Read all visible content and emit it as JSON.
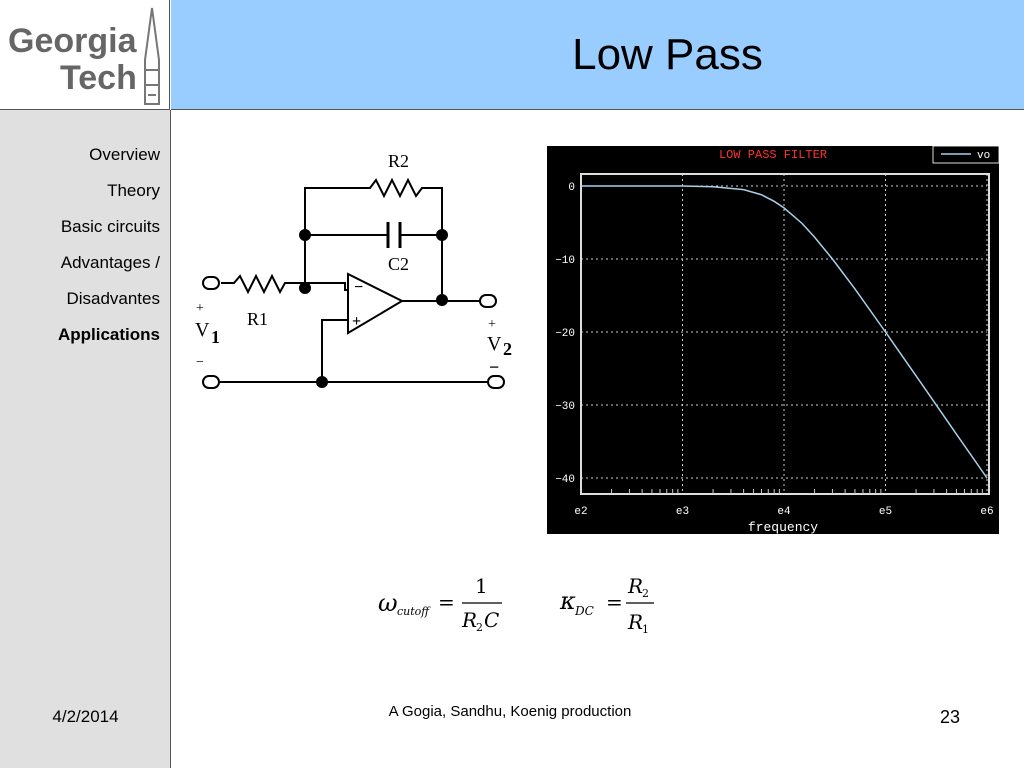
{
  "logo": {
    "line1": "Georgia",
    "line2": "Tech"
  },
  "header": {
    "title": "Low Pass"
  },
  "sidebar": {
    "items": [
      {
        "label": "Overview",
        "active": false
      },
      {
        "label": "Theory",
        "active": false
      },
      {
        "label": "Basic circuits",
        "active": false
      },
      {
        "label": "Advantages /",
        "active": false
      },
      {
        "label": "Disadvantes",
        "active": false
      },
      {
        "label": "Applications",
        "active": true
      }
    ]
  },
  "circuit": {
    "r2": "R2",
    "c2": "C2",
    "r1": "R1",
    "v1_letter": "V",
    "v1_sub": "1",
    "v2_letter": "V",
    "v2_sub": "2",
    "plus": "+",
    "minus": "−",
    "opamp_minus": "−",
    "opamp_plus": "+"
  },
  "chart_data": {
    "type": "line",
    "title": "LOW PASS FILTER",
    "xlabel": "frequency",
    "ylabel": "",
    "x_scale": "log",
    "xlim": [
      100,
      1000000
    ],
    "ylim": [
      -40,
      0
    ],
    "grid": true,
    "legend_position": "top-right",
    "x_ticks": [
      "e2",
      "e3",
      "e4",
      "e5",
      "e6"
    ],
    "y_ticks": [
      "0",
      "−10",
      "−20",
      "−30",
      "−40"
    ],
    "series": [
      {
        "name": "vo",
        "color": "#a8d0e8",
        "x": [
          100,
          1000,
          2000,
          4000,
          6000,
          8000,
          10000,
          15000,
          20000,
          30000,
          50000,
          100000,
          200000,
          500000,
          1000000
        ],
        "values": [
          0,
          0,
          -0.1,
          -0.5,
          -1.2,
          -2.1,
          -3.0,
          -5.1,
          -7.0,
          -10.0,
          -14.1,
          -20.0,
          -26.0,
          -34.0,
          -40.0
        ]
      }
    ],
    "colors": {
      "background": "#000000",
      "grid": "#cccccc",
      "title": "#ff3030",
      "axis_text": "#ffffff"
    }
  },
  "formulas": {
    "omega": "ω",
    "cutoff_sub": "cutoff",
    "eq1": "=",
    "numerator1": "1",
    "den_r": "R",
    "den_r_sub": "2",
    "den_c": "C",
    "kappa": "κ",
    "dc_sub": "DC",
    "eq2": "=",
    "num_r": "R",
    "num_r_sub": "2",
    "den2_r": "R",
    "den2_r_sub": "1"
  },
  "footer": {
    "date": "4/2/2014",
    "credit": "A Gogia, Sandhu, Koenig production",
    "page": "23"
  }
}
